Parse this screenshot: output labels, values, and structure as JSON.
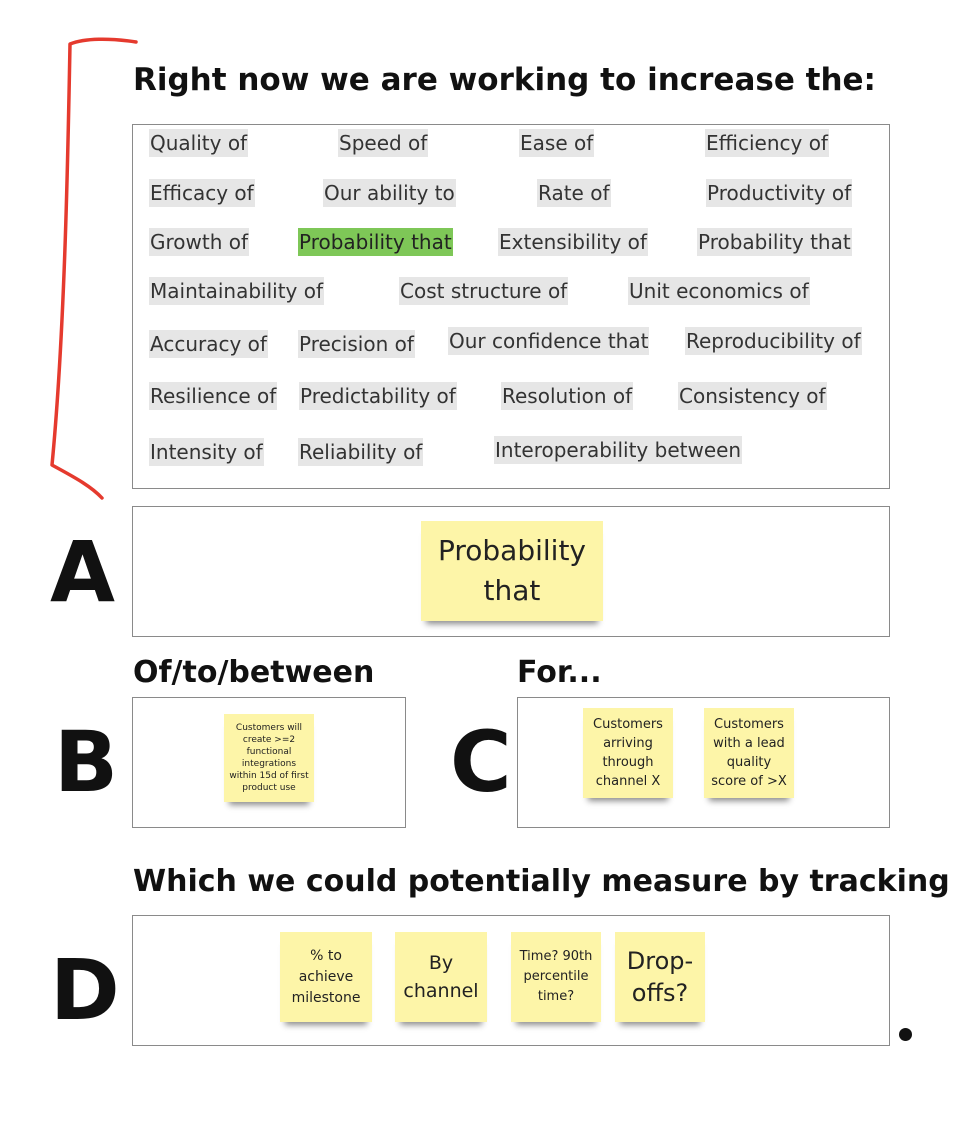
{
  "title": "Right now we are working to increase the:",
  "chips": [
    [
      "Quality of",
      "Speed of",
      "Ease of",
      "Efficiency of"
    ],
    [
      "Efficacy of",
      "Our ability to",
      "Rate of",
      "Productivity of"
    ],
    [
      "Growth of",
      "Probability that",
      "Extensibility of",
      "Probability that"
    ],
    [
      "Maintainability of",
      "Cost structure of",
      "Unit economics of"
    ],
    [
      "Accuracy of",
      "Precision of",
      "Our confidence that",
      "Reproducibility of"
    ],
    [
      "Resilience of",
      "Predictability of",
      "Resolution of",
      "Consistency of"
    ],
    [
      "Intensity of",
      "Reliability of",
      "Interoperability between"
    ]
  ],
  "selected_chip": "Probability that",
  "colors": {
    "selected": "#7ec757",
    "chip": "#e6e6e6",
    "sticky": "#fdf5a8",
    "bracket": "#e53a2e"
  },
  "section_a": {
    "letter": "A",
    "sticky": "Probability\nthat"
  },
  "section_b": {
    "letter": "B",
    "heading": "Of/to/between",
    "sticky": "Customers will create >=2 functional integrations within 15d of first product use"
  },
  "section_c": {
    "letter": "C",
    "heading": "For...",
    "stickies": [
      "Customers arriving through channel X",
      "Customers with a lead quality score of >X"
    ]
  },
  "section_d": {
    "letter": "D",
    "heading": "Which we could potentially measure by tracking",
    "stickies": [
      "% to\nachieve\nmilestone",
      "By\nchannel",
      "Time? 90th\npercentile\ntime?",
      "Drop-\noffs?"
    ]
  }
}
